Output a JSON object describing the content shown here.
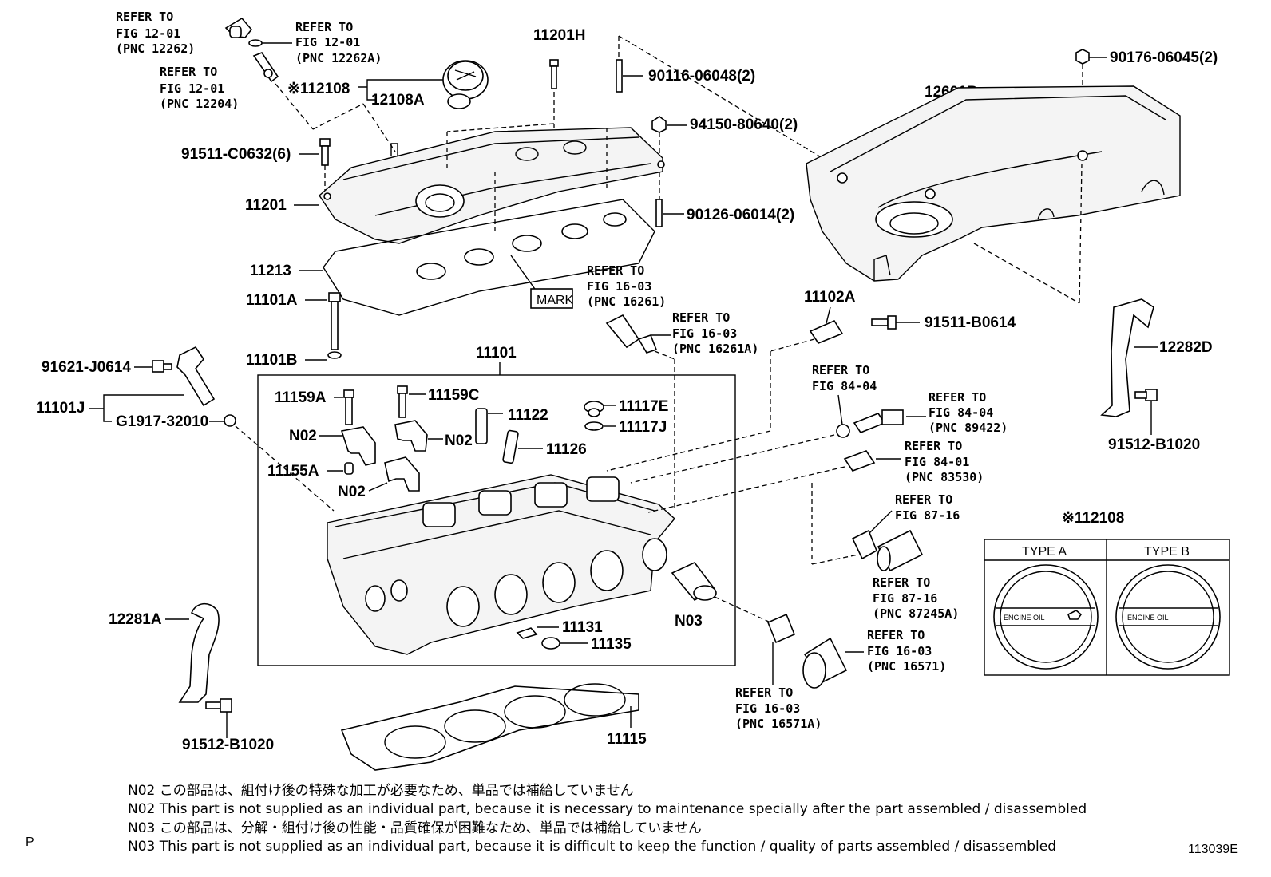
{
  "title_code": "113039E",
  "page_marker": "P",
  "callouts": {
    "refer_12262": [
      "REFER TO",
      "FIG 12-01",
      "(PNC 12262)"
    ],
    "refer_12262A": [
      "REFER TO",
      "FIG 12-01",
      "(PNC 12262A)"
    ],
    "refer_12204": [
      "REFER TO",
      "FIG 12-01",
      "(PNC 12204)"
    ],
    "refer_16261": [
      "REFER TO",
      "FIG 16-03",
      "(PNC 16261)"
    ],
    "refer_16261A": [
      "REFER TO",
      "FIG 16-03",
      "(PNC 16261A)"
    ],
    "refer_84_04a": [
      "REFER TO",
      "FIG 84-04"
    ],
    "refer_89422": [
      "REFER TO",
      "FIG 84-04",
      "(PNC 89422)"
    ],
    "refer_83530": [
      "REFER TO",
      "FIG 84-01",
      "(PNC 83530)"
    ],
    "refer_87_16a": [
      "REFER TO",
      "FIG 87-16"
    ],
    "refer_87245A": [
      "REFER TO",
      "FIG 87-16",
      "(PNC 87245A)"
    ],
    "refer_16571": [
      "REFER TO",
      "FIG 16-03",
      "(PNC 16571)"
    ],
    "refer_16571A": [
      "REFER TO",
      "FIG 16-03",
      "(PNC 16571A)"
    ]
  },
  "parts": {
    "p11201H": "11201H",
    "p90116": "90116-06048(2)",
    "p90176": "90176-06045(2)",
    "p12108_ref": "※112108",
    "p12108A": "12108A",
    "p94150": "94150-80640(2)",
    "p12601B": "12601B",
    "p91511_c": "91511-C0632(6)",
    "p11201": "11201",
    "p90126": "90126-06014(2)",
    "p11213": "11213",
    "mark": "MARK",
    "p11101A": "11101A",
    "p11102A": "11102A",
    "p91511_b": "91511-B0614",
    "p11101B": "11101B",
    "p11101": "11101",
    "p12282D": "12282D",
    "p91621": "91621-J0614",
    "p11101J": "11101J",
    "pG1917": "G1917-32010",
    "p11159A": "11159A",
    "p11159C": "11159C",
    "p11122": "11122",
    "p11117E": "11117E",
    "p11117J": "11117J",
    "n02a": "N02",
    "n02b": "N02",
    "n02c": "N02",
    "p11126": "11126",
    "p11155A": "11155A",
    "p91512_r": "91512-B1020",
    "p12108_box": "※112108",
    "p12281A": "12281A",
    "p11131": "11131",
    "p11135": "11135",
    "n03": "N03",
    "p91512_l": "91512-B1020",
    "p11115": "11115"
  },
  "cap_types": {
    "type_a": "TYPE A",
    "type_b": "TYPE B",
    "cap_text_a": "ENGINE OIL",
    "cap_text_b": "ENGINE OIL"
  },
  "notes": [
    "N02 この部品は、組付け後の特殊な加工が必要なため、単品では補給していません",
    "N02 This part is not supplied as an individual part, because it is necessary to maintenance specially after the part assembled / disassembled",
    "N03 この部品は、分解・組付け後の性能・品質確保が困難なため、単品では補給していません",
    "N03 This part is not supplied as an individual part, because it is difficult to keep the function / quality of parts  assembled / disassembled"
  ]
}
